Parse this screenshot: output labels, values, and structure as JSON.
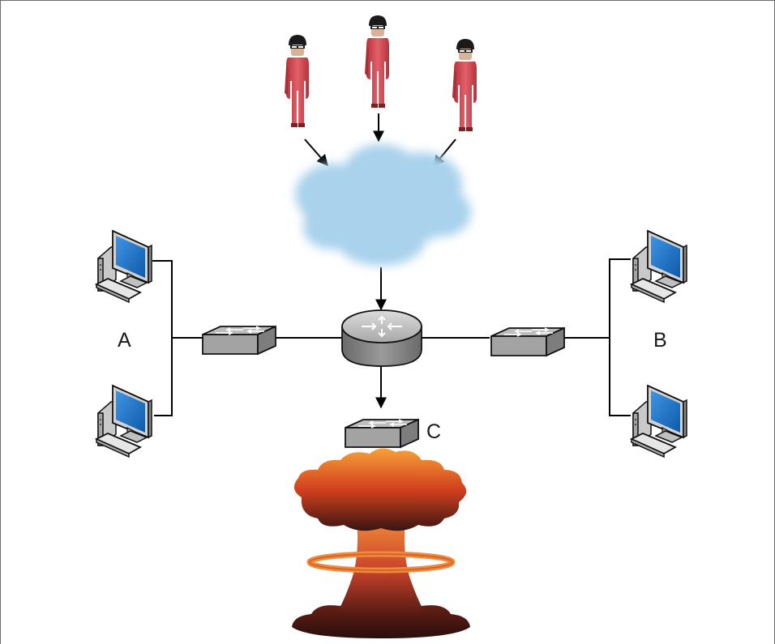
{
  "diagram": {
    "labels": {
      "a": "A",
      "b": "B",
      "c": "C"
    },
    "nodes": [
      {
        "id": "attacker-1",
        "icon": "attacker-icon"
      },
      {
        "id": "attacker-2",
        "icon": "attacker-icon"
      },
      {
        "id": "attacker-3",
        "icon": "attacker-icon"
      },
      {
        "id": "internet",
        "icon": "cloud-icon"
      },
      {
        "id": "router",
        "icon": "router-icon"
      },
      {
        "id": "switch-a",
        "icon": "switch-icon"
      },
      {
        "id": "switch-b",
        "icon": "switch-icon"
      },
      {
        "id": "switch-c",
        "icon": "switch-icon"
      },
      {
        "id": "workstation-a1",
        "icon": "computer-icon"
      },
      {
        "id": "workstation-a2",
        "icon": "computer-icon"
      },
      {
        "id": "workstation-b1",
        "icon": "computer-icon"
      },
      {
        "id": "workstation-b2",
        "icon": "computer-icon"
      },
      {
        "id": "explosion",
        "icon": "mushroom-cloud-icon"
      }
    ],
    "edges": [
      {
        "from": "attacker-1",
        "to": "internet",
        "arrow": true
      },
      {
        "from": "attacker-2",
        "to": "internet",
        "arrow": true
      },
      {
        "from": "attacker-3",
        "to": "internet",
        "arrow": true
      },
      {
        "from": "internet",
        "to": "router",
        "arrow": true
      },
      {
        "from": "router",
        "to": "switch-c",
        "arrow": true
      },
      {
        "from": "router",
        "to": "switch-a",
        "arrow": false
      },
      {
        "from": "router",
        "to": "switch-b",
        "arrow": false
      },
      {
        "from": "switch-a",
        "to": "workstation-a1",
        "arrow": false
      },
      {
        "from": "switch-a",
        "to": "workstation-a2",
        "arrow": false
      },
      {
        "from": "switch-b",
        "to": "workstation-b1",
        "arrow": false
      },
      {
        "from": "switch-b",
        "to": "workstation-b2",
        "arrow": false
      }
    ],
    "colors": {
      "attacker_suit": "#d94a52",
      "cloud": "#a9d2ec",
      "router": "#8a8a8a",
      "switch": "#a6a6a6",
      "monitor_screen": "#1f6fc4",
      "explosion_top": "#f07a1e",
      "explosion_bottom": "#3a1512"
    }
  }
}
